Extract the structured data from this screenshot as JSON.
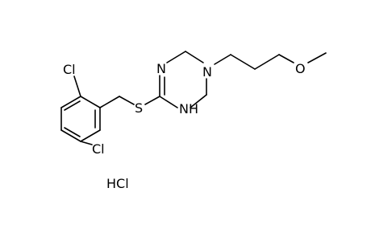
{
  "molecule": {
    "atoms": {
      "cl_top": "Cl",
      "cl_bottom": "Cl",
      "sulfur": "S",
      "n_imine": "N",
      "n_amine": "N",
      "nh": "NH",
      "oxygen": "O"
    },
    "salt": "HCl"
  },
  "colors": {
    "bond": "#000000",
    "text": "#000000",
    "background": "#ffffff"
  }
}
